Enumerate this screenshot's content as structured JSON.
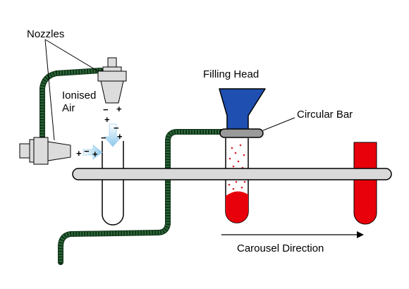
{
  "labels": {
    "nozzles": "Nozzles",
    "ionised_line1": "Ionised",
    "ionised_line2": "Air",
    "filling_head": "Filling Head",
    "circular_bar": "Circular Bar",
    "carousel_direction": "Carousel Direction"
  },
  "ion_signs": {
    "minus": "−",
    "plus": "+"
  },
  "colors": {
    "filling_head": "#1f4fb0",
    "hose": "#2e6b3a",
    "fill": "#e8000b",
    "particles": "#d8202a",
    "air_arrow": "#8cc8ec",
    "bar": "#d9d9d9",
    "nozzle": "#dcdcdc"
  },
  "icons": {
    "nozzle": "nozzle-icon",
    "filling_head": "funnel-icon",
    "air_flow": "arrow-icon"
  }
}
